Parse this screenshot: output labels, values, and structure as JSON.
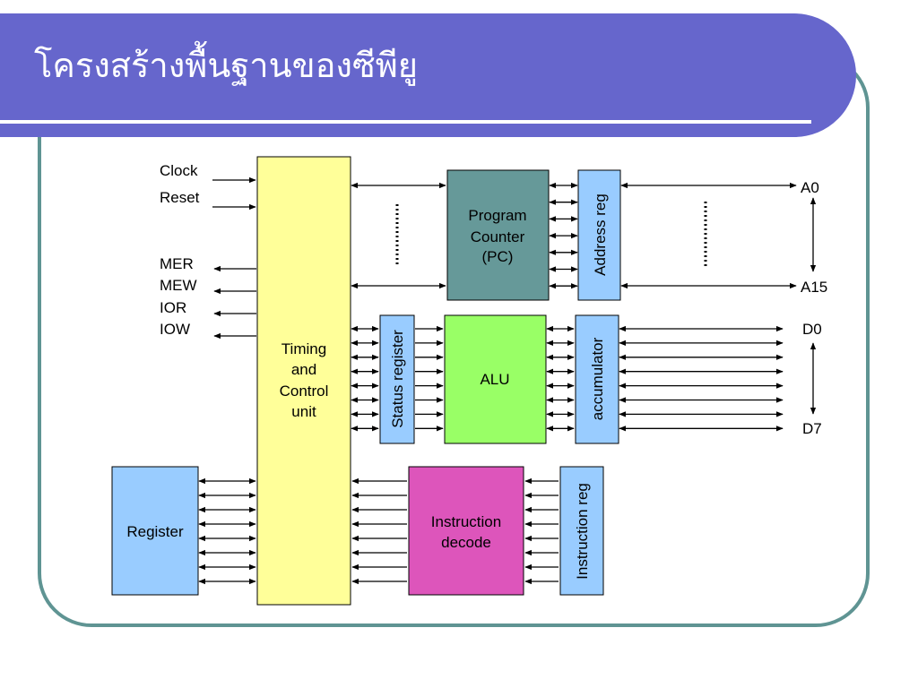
{
  "slide": {
    "title": "โครงสร้างพื้นฐานของซีพียู"
  },
  "diagram": {
    "inputs": [
      "Clock",
      "Reset"
    ],
    "outputs": [
      "MER",
      "MEW",
      "IOR",
      "IOW"
    ],
    "blocks": {
      "timing_control": [
        "Timing",
        "and",
        "Control",
        "unit"
      ],
      "program_counter": [
        "Program",
        "Counter",
        "(PC)"
      ],
      "address_reg": "Address reg",
      "status_register": "Status register",
      "alu": "ALU",
      "accumulator": "accumulator",
      "register": "Register",
      "instruction_decode": [
        "Instruction",
        "decode"
      ],
      "instruction_reg": "Instruction reg"
    },
    "address_bus": {
      "top": "A0",
      "bottom": "A15"
    },
    "data_bus": {
      "top": "D0",
      "bottom": "D7"
    }
  },
  "colors": {
    "banner": "#6666cc",
    "frame": "#5f9493",
    "timing_control": "#ffff99",
    "program_counter": "#669999",
    "light_blue": "#99ccff",
    "alu": "#99ff66",
    "instruction_decode": "#dd55bb"
  }
}
